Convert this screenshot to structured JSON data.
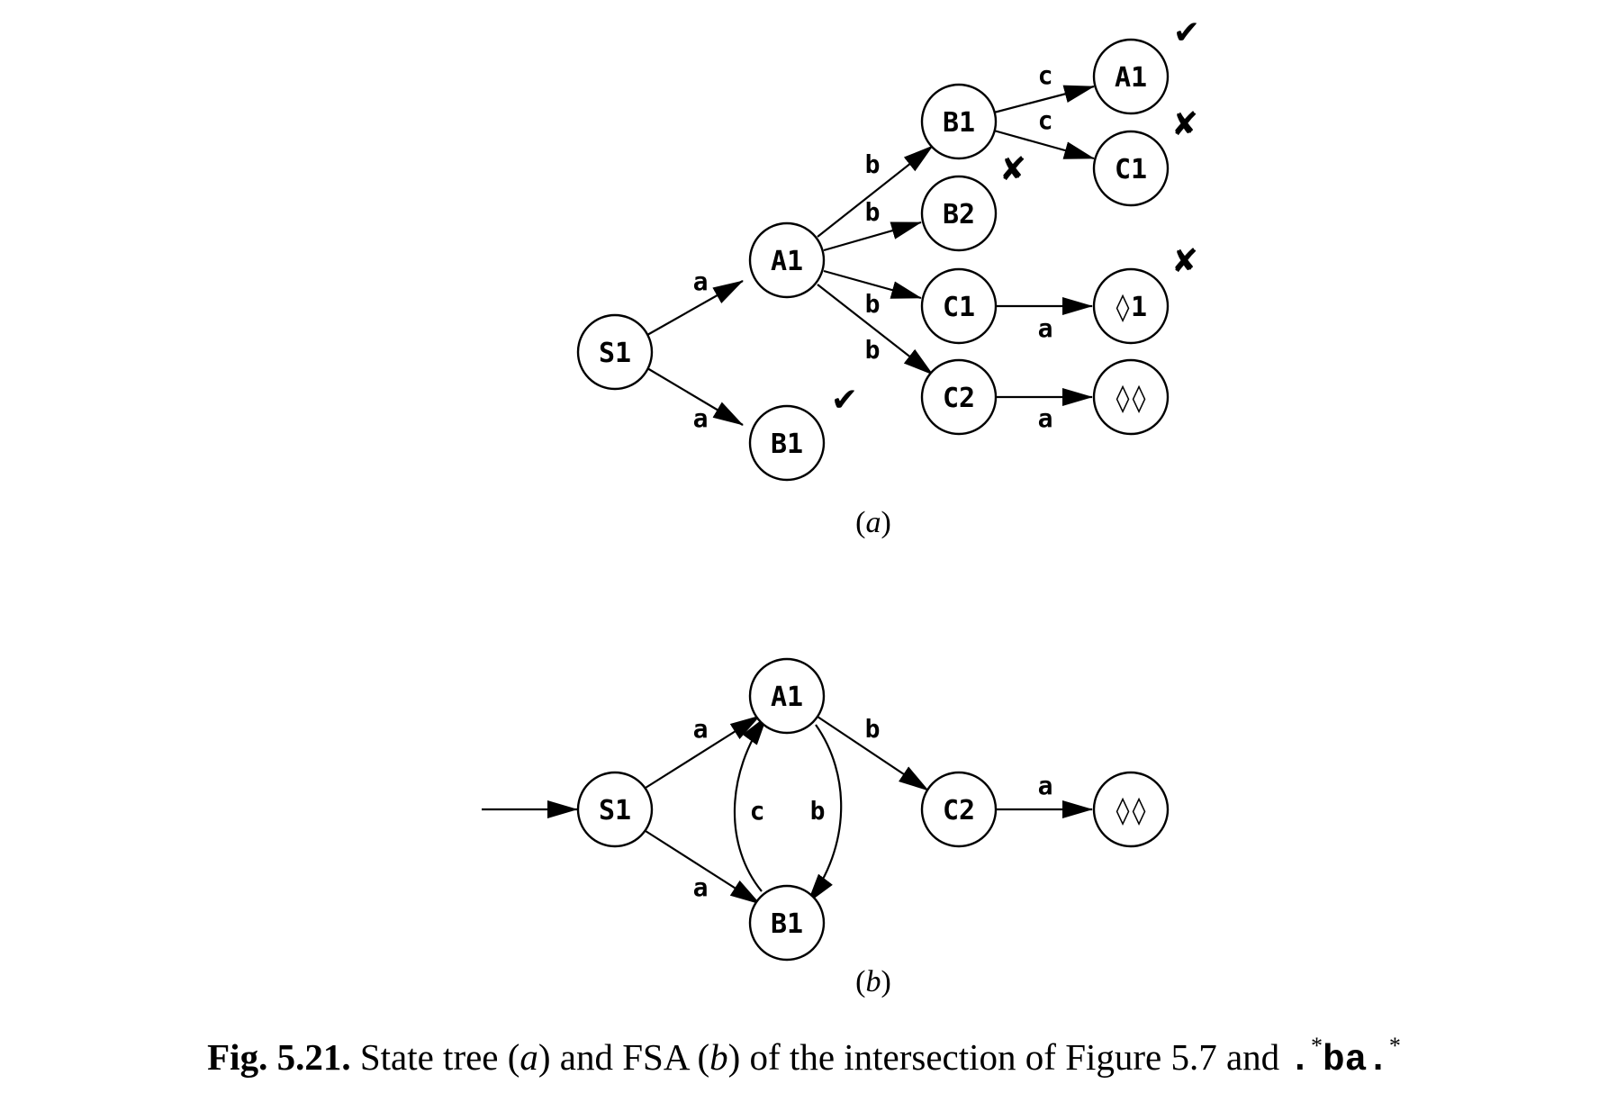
{
  "tree_a": {
    "nodes": {
      "s1": "S1",
      "a1": "A1",
      "b1_root": "B1",
      "b1": "B1",
      "b2": "B2",
      "c1": "C1",
      "c2": "C2",
      "a1_leaf": "A1",
      "c1_leaf": "C1",
      "d1": "◊1",
      "dd": "◊◊"
    },
    "edges": {
      "s1_a1": "a",
      "s1_b1": "a",
      "a1_b1": "b",
      "a1_b2": "b",
      "a1_c1": "b",
      "a1_c2": "b",
      "b1_a1": "c",
      "b1_c1": "c",
      "c1_d1": "a",
      "c2_dd": "a"
    },
    "marks": {
      "a1_leaf": "✔",
      "c1_leaf": "✘",
      "b2": "✘",
      "d1": "✘",
      "b1_root": "✔"
    },
    "caption": "a"
  },
  "fsa_b": {
    "nodes": {
      "s1": "S1",
      "a1": "A1",
      "b1": "B1",
      "c2": "C2",
      "dd": "◊◊"
    },
    "edges": {
      "s1_a1": "a",
      "s1_b1": "a",
      "b1_a1": "c",
      "a1_b1": "b",
      "a1_c2": "b",
      "c2_dd": "a"
    },
    "caption": "b"
  },
  "caption": {
    "label": "Fig. 5.21.",
    "text_1": "State tree (",
    "em_1": "a",
    "text_2": ") and FSA (",
    "em_2": "b",
    "text_3": ") of the intersection of Figure 5.7 and",
    "regex_1": ".",
    "sup_1": "*",
    "regex_2": "ba.",
    "sup_2": "*"
  }
}
